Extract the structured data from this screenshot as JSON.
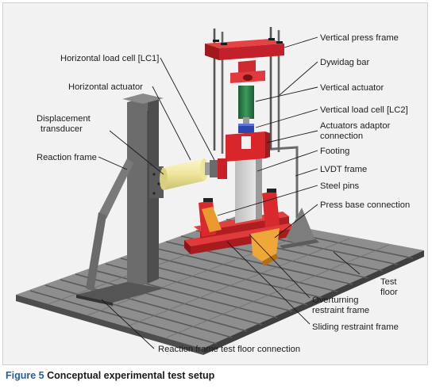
{
  "labels": {
    "vertical_press_frame": "Vertical press frame",
    "dywidag_bar": "Dywidag bar",
    "vertical_actuator": "Vertical actuator",
    "vertical_load_cell": "Vertical load cell [LC2]",
    "actuators_adaptor_line1": "Actuators adaptor",
    "actuators_adaptor_line2": "connection",
    "footing": "Footing",
    "lvdt_frame": "LVDT frame",
    "steel_pins": "Steel pins",
    "press_base_connection": "Press base connection",
    "test_floor_line1": "Test",
    "test_floor_line2": "floor",
    "overturning_line1": "Overturning",
    "overturning_line2": "restraint frame",
    "sliding_restraint_frame": "Sliding restraint frame",
    "reaction_floor_connection": "Reaction frame test floor connection",
    "horizontal_load_cell": "Horizontal load cell [LC1]",
    "horizontal_actuator": "Horizontal actuator",
    "displacement_line1": "Displacement",
    "displacement_line2": "transducer",
    "reaction_frame": "Reaction frame"
  },
  "caption": {
    "figure_number": "Figure 5",
    "text": "Conceptual experimental test setup"
  },
  "colors": {
    "steel_red": "#d9262a",
    "floor_gray": "#8c8c8c",
    "reaction_frame_gray": "#6f6f6f",
    "actuator_green": "#2f7d4a",
    "load_cell_blue": "#1f3fa0",
    "horizontal_actuator_yellow": "#f1e9a6",
    "pin_orange": "#e89a30",
    "caption_blue": "#1f5fa8"
  }
}
